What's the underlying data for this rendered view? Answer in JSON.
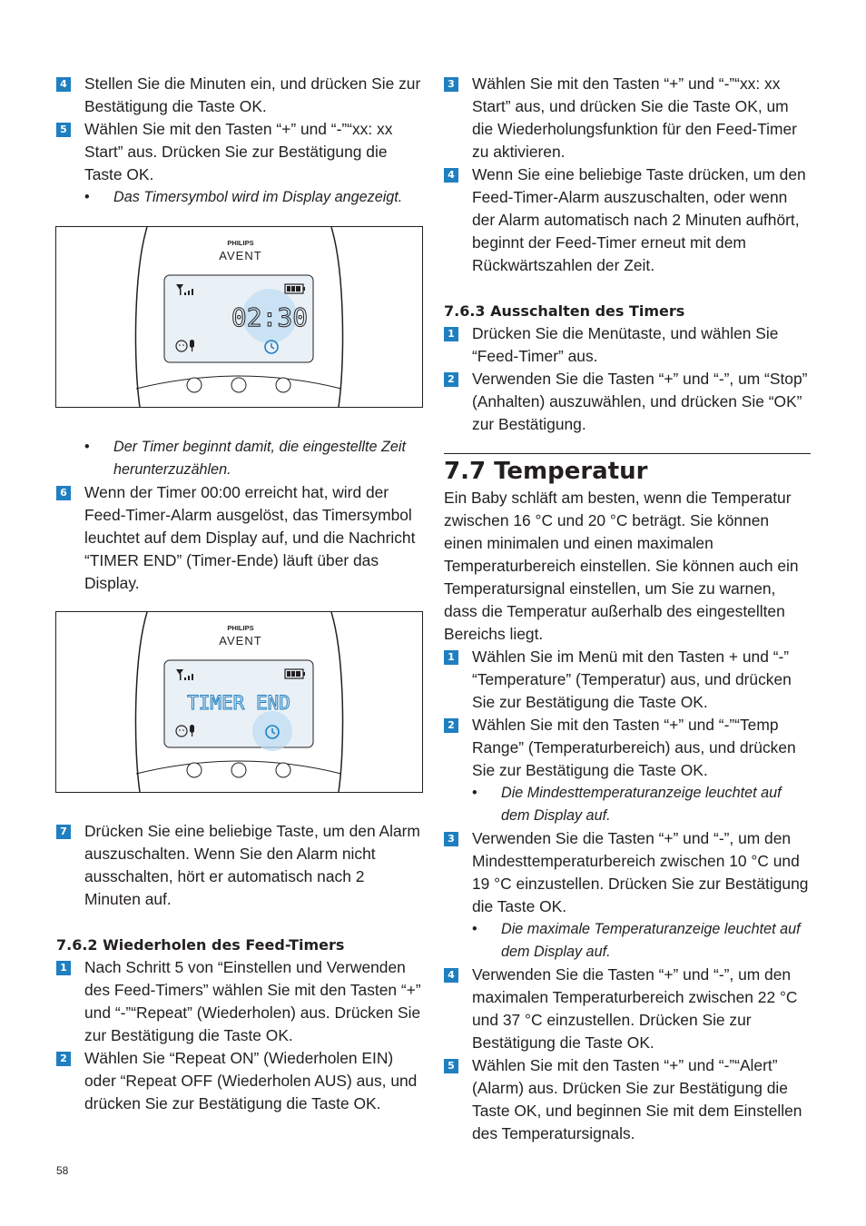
{
  "page_number": "58",
  "brand": {
    "line1": "PHILIPS",
    "line2": "AVENT"
  },
  "figure1": {
    "display_text": "02:30"
  },
  "figure2": {
    "display_text": "TIMER END"
  },
  "left": {
    "s4": {
      "num": "4",
      "text": "Stellen Sie die Minuten ein, und drücken Sie zur Bestätigung die Taste OK."
    },
    "s5": {
      "num": "5",
      "text": "Wählen Sie mit den Tasten “+” und “-”“xx: xx Start” aus. Drücken Sie zur Bestätigung die Taste OK."
    },
    "b1": "Das Timersymbol wird im Display angezeigt.",
    "b2": "Der Timer beginnt damit, die eingestellte Zeit herunterzuzählen.",
    "s6": {
      "num": "6",
      "text": "Wenn der Timer 00:00 erreicht hat, wird der Feed-Timer-Alarm ausgelöst, das Timersymbol leuchtet auf dem Display auf, und die Nachricht “TIMER END” (Timer-Ende) läuft über das Display."
    },
    "s7": {
      "num": "7",
      "text": "Drücken Sie eine beliebige Taste, um den Alarm auszuschalten. Wenn Sie den Alarm nicht ausschalten, hört er automatisch nach 2 Minuten auf."
    },
    "h_762": "7.6.2 Wiederholen des Feed-Timers",
    "r1": {
      "num": "1",
      "text": "Nach Schritt 5 von “Einstellen und Verwenden des Feed-Timers” wählen Sie mit den Tasten “+” und “-”“Repeat” (Wiederholen) aus. Drücken Sie zur Bestätigung die Taste OK."
    },
    "r2": {
      "num": "2",
      "text": "Wählen Sie “Repeat ON” (Wiederholen EIN) oder “Repeat OFF (Wiederholen AUS) aus, und drücken Sie zur Bestätigung die Taste OK."
    }
  },
  "right": {
    "r3": {
      "num": "3",
      "text": "Wählen Sie mit den Tasten “+” und “-”“xx: xx Start” aus, und drücken Sie die Taste OK, um die Wiederholungsfunktion für den Feed-Timer zu aktivieren."
    },
    "r4": {
      "num": "4",
      "text": "Wenn Sie eine beliebige Taste drücken, um den Feed-Timer-Alarm auszuschalten, oder wenn der Alarm automatisch nach 2 Minuten aufhört, beginnt der Feed-Timer erneut mit dem Rückwärtszahlen der Zeit."
    },
    "h_763": "7.6.3 Ausschalten des Timers",
    "a1": {
      "num": "1",
      "text": "Drücken Sie die Menütaste, und wählen Sie “Feed-Timer” aus."
    },
    "a2": {
      "num": "2",
      "text": "Verwenden Sie die Tasten “+” und “-”, um “Stop” (Anhalten) auszuwählen, und drücken Sie “OK” zur Bestätigung."
    },
    "h_77": "7.7 Temperatur",
    "intro": "Ein Baby schläft am besten, wenn die Temperatur zwischen 16 °C und 20 °C beträgt. Sie können einen minimalen und einen maximalen Temperaturbereich einstellen. Sie können auch ein Temperatursignal einstellen, um Sie zu warnen, dass die Temperatur außerhalb des eingestellten Bereichs liegt.",
    "t1": {
      "num": "1",
      "text": "Wählen Sie im Menü mit den Tasten + und “-” “Temperature” (Temperatur) aus, und drücken Sie zur Bestätigung die Taste OK."
    },
    "t2": {
      "num": "2",
      "text": "Wählen Sie mit den Tasten “+” und “-”“Temp Range” (Temperaturbereich) aus, und drücken Sie zur Bestätigung die Taste OK."
    },
    "tb1": "Die Mindesttemperaturanzeige leuchtet auf dem Display auf.",
    "t3": {
      "num": "3",
      "text": "Verwenden Sie die Tasten “+” und “-”, um den Mindesttemperaturbereich zwischen 10 °C und 19 °C einzustellen. Drücken Sie zur Bestätigung die Taste OK."
    },
    "tb2": "Die maximale Temperaturanzeige leuchtet auf dem Display auf.",
    "t4": {
      "num": "4",
      "text": "Verwenden Sie die Tasten “+” und “-”, um den maximalen Temperaturbereich zwischen 22 °C und 37 °C einzustellen. Drücken Sie zur Bestätigung die Taste OK."
    },
    "t5": {
      "num": "5",
      "text": "Wählen Sie mit den Tasten “+” und “-”“Alert” (Alarm) aus. Drücken Sie zur Bestätigung die Taste OK, und beginnen Sie mit dem Einstellen des Temperatursignals."
    }
  }
}
